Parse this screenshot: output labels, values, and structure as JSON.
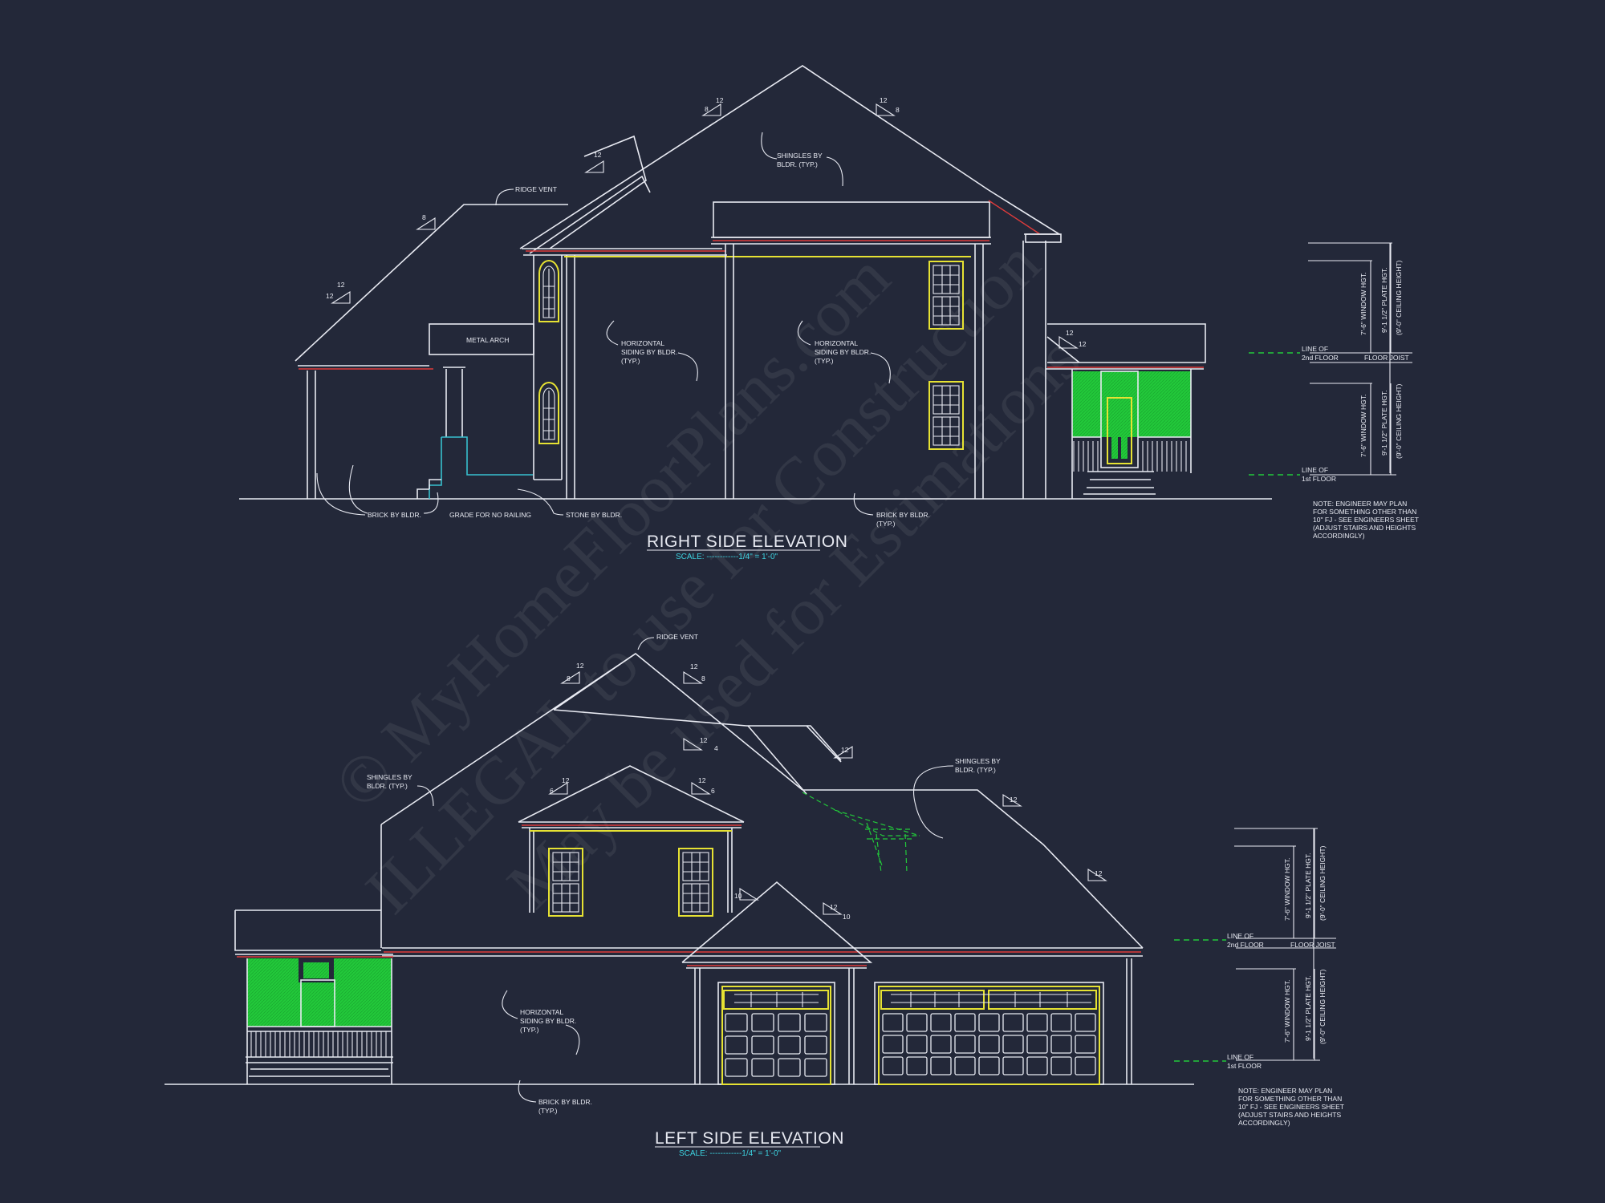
{
  "watermark": {
    "line1": "© MyHomeFloorPlans.com",
    "line2": "ILLEGAL to use for Construction",
    "line3": "May be used for Estimations"
  },
  "right_elevation": {
    "title": "RIGHT SIDE ELEVATION",
    "scale": "SCALE: ------------1/4\" = 1'-0\"",
    "notes": {
      "ridge_vent": "RIDGE VENT",
      "shingles_1": "SHINGLES BY",
      "shingles_2": "BLDR. (TYP.)",
      "metal_arch": "METAL ARCH",
      "siding_a_1": "HORIZONTAL",
      "siding_a_2": "SIDING BY BLDR.",
      "siding_a_3": "(TYP.)",
      "siding_b_1": "HORIZONTAL",
      "siding_b_2": "SIDING BY BLDR.",
      "siding_b_3": "(TYP.)",
      "brick": "BRICK BY BLDR.",
      "grade": "GRADE FOR NO RAILING",
      "stone": "STONE BY BLDR.",
      "brick_typ_1": "BRICK BY BLDR.",
      "brick_typ_2": "(TYP.)"
    },
    "pitches": [
      "8",
      "12",
      "12",
      "8",
      "12",
      "12",
      "12",
      "12",
      "12",
      "8"
    ],
    "dims": {
      "window_hgt_upper": "7'-6\" WINDOW HGT.",
      "plate_hgt_upper": "9'-1 1/2\" PLATE HGT.",
      "ceiling_upper": "(9'-0\" CEILING HEIGHT)",
      "window_hgt_lower": "7'-6\" WINDOW HGT.",
      "plate_hgt_lower": "9'-1 1/2\" PLATE HGT.",
      "ceiling_lower": "(9'-0\" CEILING HEIGHT)",
      "line_2nd_1": "LINE OF",
      "line_2nd_2": "2nd FLOOR",
      "floor_joist": "FLOOR JOIST",
      "line_1st_1": "LINE OF",
      "line_1st_2": "1st FLOOR"
    },
    "engineer_note": [
      "NOTE: ENGINEER MAY PLAN",
      "FOR SOMETHING OTHER THAN",
      "10\" FJ - SEE ENGINEERS SHEET",
      "(ADJUST STAIRS AND HEIGHTS",
      "ACCORDINGLY)"
    ]
  },
  "left_elevation": {
    "title": "LEFT SIDE ELEVATION",
    "scale": "SCALE: ------------1/4\" = 1'-0\"",
    "notes": {
      "ridge_vent": "RIDGE VENT",
      "shingles_a_1": "SHINGLES BY",
      "shingles_a_2": "BLDR. (TYP.)",
      "shingles_b_1": "SHINGLES BY",
      "shingles_b_2": "BLDR. (TYP.)",
      "siding_1": "HORIZONTAL",
      "siding_2": "SIDING BY BLDR.",
      "siding_3": "(TYP.)",
      "brick_1": "BRICK BY BLDR.",
      "brick_2": "(TYP.)"
    },
    "pitches": [
      "8",
      "12",
      "12",
      "8",
      "12",
      "4",
      "12",
      "6",
      "12",
      "6",
      "12",
      "12",
      "10",
      "12",
      "10",
      "12"
    ],
    "dims": {
      "window_hgt_upper": "7'-6\" WINDOW HGT.",
      "plate_hgt_upper": "9'-1 1/2\" PLATE HGT.",
      "ceiling_upper": "(9'-0\" CEILING HEIGHT)",
      "window_hgt_lower": "7'-6\" WINDOW HGT.",
      "plate_hgt_lower": "9'-1 1/2\" PLATE HGT.",
      "ceiling_lower": "(9'-0\" CEILING HEIGHT)",
      "line_2nd_1": "LINE OF",
      "line_2nd_2": "2nd FLOOR",
      "floor_joist": "FLOOR JOIST",
      "line_1st_1": "LINE OF",
      "line_1st_2": "1st FLOOR"
    },
    "engineer_note": [
      "NOTE: ENGINEER MAY PLAN",
      "FOR SOMETHING OTHER THAN",
      "10\" FJ - SEE ENGINEERS SHEET",
      "(ADJUST STAIRS AND HEIGHTS",
      "ACCORDINGLY)"
    ]
  },
  "colors": {
    "background": "#232839",
    "line": "#e8eaf2",
    "window": "#e6e233",
    "screen": "#22c93a",
    "trim": "#e03b3b",
    "stone": "#37c0cf",
    "scale_text": "#3dd2e0"
  }
}
